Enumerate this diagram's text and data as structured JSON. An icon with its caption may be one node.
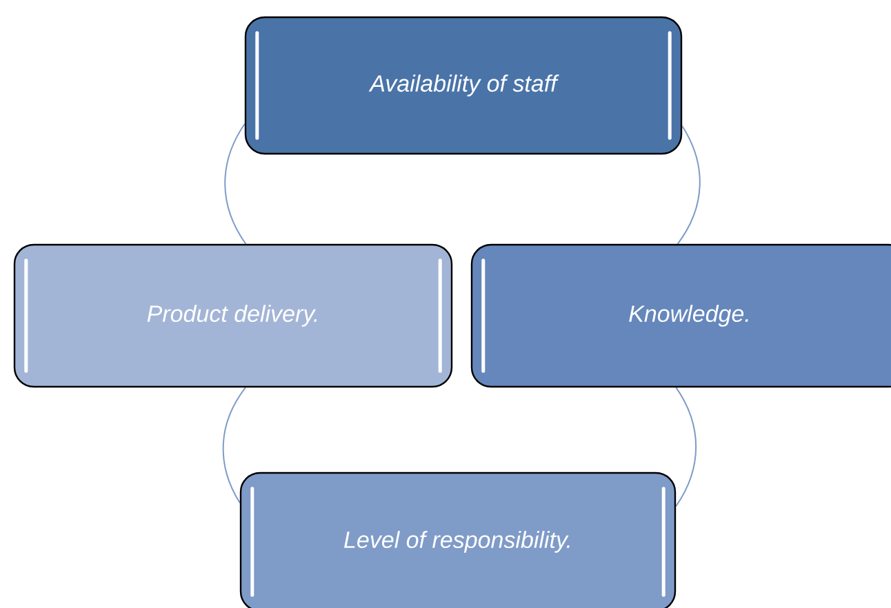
{
  "diagram": {
    "nodes": [
      {
        "text": [
          "Availability of staff"
        ]
      },
      {
        "text": [
          "Product delivery."
        ]
      },
      {
        "text": [
          "Knowledge."
        ]
      },
      {
        "text": [
          "Level of responsibility."
        ]
      }
    ],
    "edges": [
      {
        "from": 0,
        "to": 2,
        "arrow": "none"
      },
      {
        "from": 2,
        "to": 3,
        "arrow": "none"
      },
      {
        "from": 3,
        "to": 1,
        "arrow": "none"
      },
      {
        "from": 1,
        "to": 0,
        "arrow": "none"
      }
    ]
  }
}
